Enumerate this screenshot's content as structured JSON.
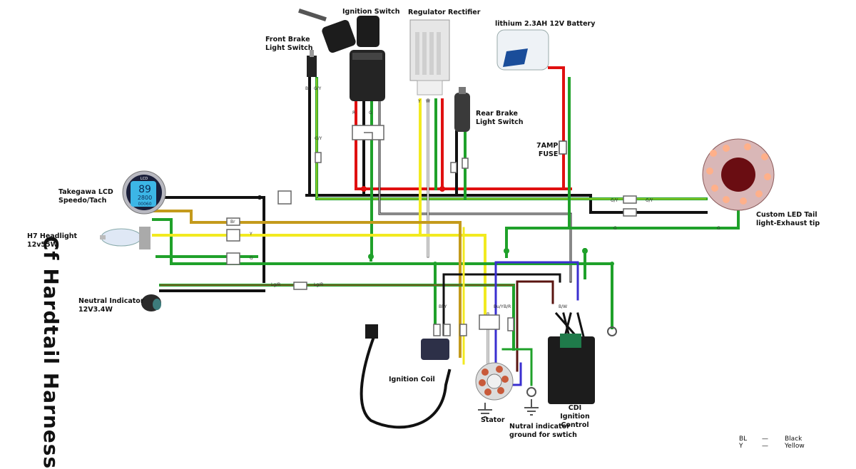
{
  "diagram": {
    "title": "Cf Hardtail Harness",
    "components": {
      "ignition_switch": "Ignition Switch",
      "regulator_rectifier": "Regulator Rectifier",
      "battery": "lithium 2.3AH 12V Battery",
      "front_brake_switch_line1": "Front Brake",
      "front_brake_switch_line2": "Light Switch",
      "rear_brake_switch_line1": "Rear Brake",
      "rear_brake_switch_line2": "Light Switch",
      "fuse_line1": "7AMP",
      "fuse_line2": "FUSE",
      "speedo_line1": "Takegawa LCD",
      "speedo_line2": "Speedo/Tach",
      "headlight_line1": "H7 Headlight",
      "headlight_line2": "12v55W",
      "neutral_line1": "Neutral Indicator",
      "neutral_line2": "12V3.4W",
      "taillight_line1": "Custom LED Tail",
      "taillight_line2": "light-Exhaust tip",
      "ignition_coil": "Ignition Coil",
      "stator": "Stator",
      "neutral_ground_line1": "Nutral indicator",
      "neutral_ground_line2": "ground for swtich",
      "cdi_line1": "CDI",
      "cdi_line2": "Ignition Control"
    },
    "speedo_display": {
      "brand": "LCD",
      "speed": "89",
      "rpm": "2800",
      "odo": "00060"
    },
    "wire_codes": [
      "Bl",
      "G/Y",
      "R",
      "G",
      "Y",
      "W",
      "Br",
      "Lg/R",
      "Bl/Y",
      "Bu/Y",
      "B/R",
      "B/W"
    ],
    "legend": [
      {
        "code": "BL",
        "dash": "—",
        "color": "Black"
      },
      {
        "code": "Y",
        "dash": "—",
        "color": "Yellow"
      }
    ],
    "wire_colors": {
      "black": "#111111",
      "red": "#e01010",
      "green": "#1fa12a",
      "yellow": "#f2ea20",
      "brown": "#c49a1c",
      "white": "#ffffff",
      "blue": "#3a2fd0",
      "darkred": "#5a1410"
    }
  }
}
